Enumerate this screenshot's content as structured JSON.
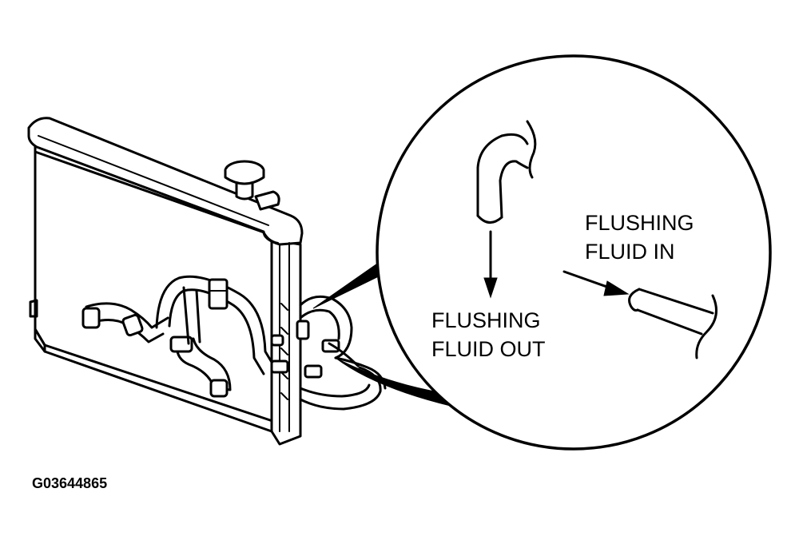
{
  "labels": {
    "fluid_in_line1": "FLUSHING",
    "fluid_in_line2": "FLUID IN",
    "fluid_out_line1": "FLUSHING",
    "fluid_out_line2": "FLUID OUT"
  },
  "figure_code": "G03644865"
}
